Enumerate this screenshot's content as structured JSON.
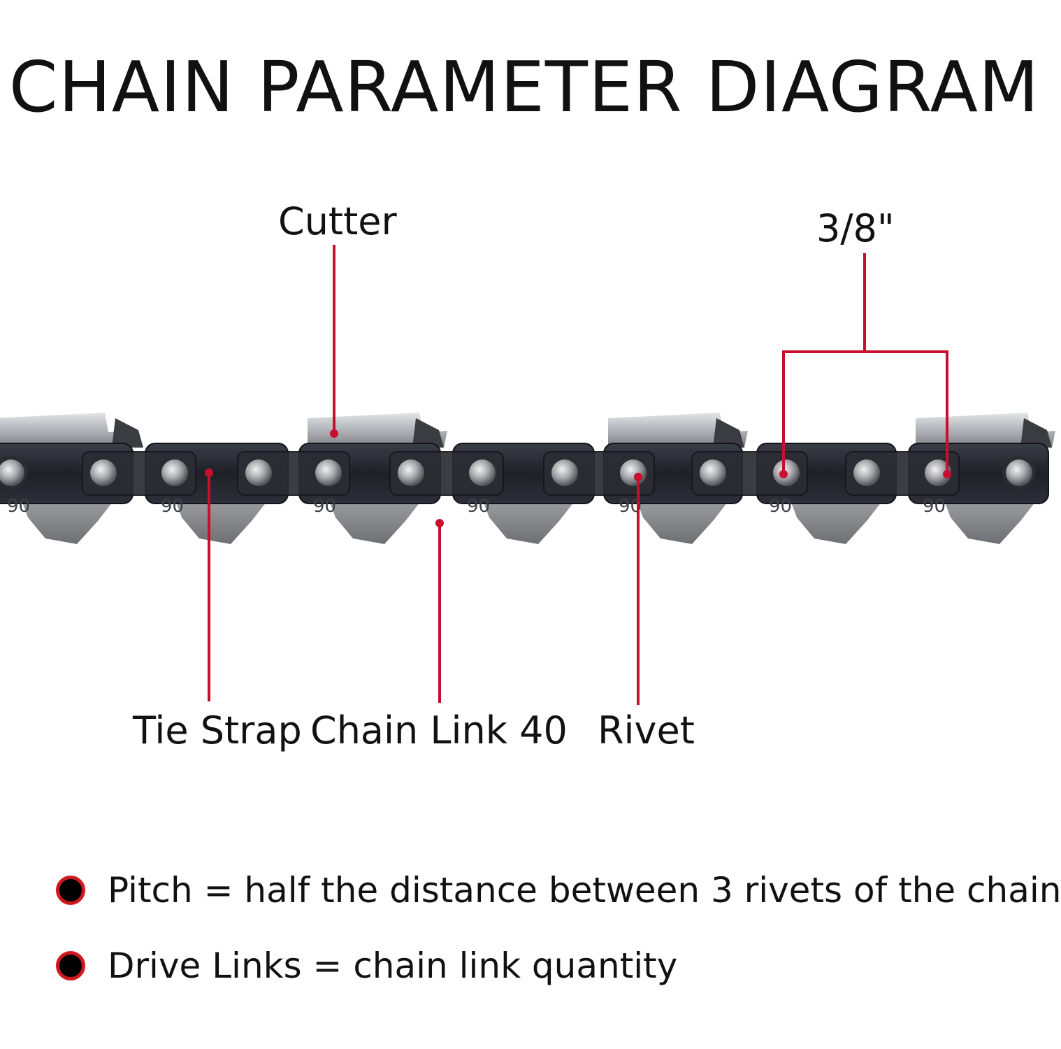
{
  "title": "CHAIN PARAMETER DIAGRAM",
  "labels": {
    "cutter": "Cutter",
    "pitch_value": "3/8\"",
    "tie_strap": "Tie Strap",
    "chain_link": "Chain Link 40",
    "rivet": "Rivet"
  },
  "link_marking": "90",
  "legend": [
    {
      "text": "Pitch = half the distance between 3 rivets of the chain"
    },
    {
      "text": "Drive Links = chain link quantity"
    }
  ],
  "colors": {
    "callout": "#c8102e",
    "chain_plate": "#24262d",
    "rivet": "#9ea0a4",
    "drive_link": "#8f9194",
    "cutter": "#b9bcc0"
  }
}
